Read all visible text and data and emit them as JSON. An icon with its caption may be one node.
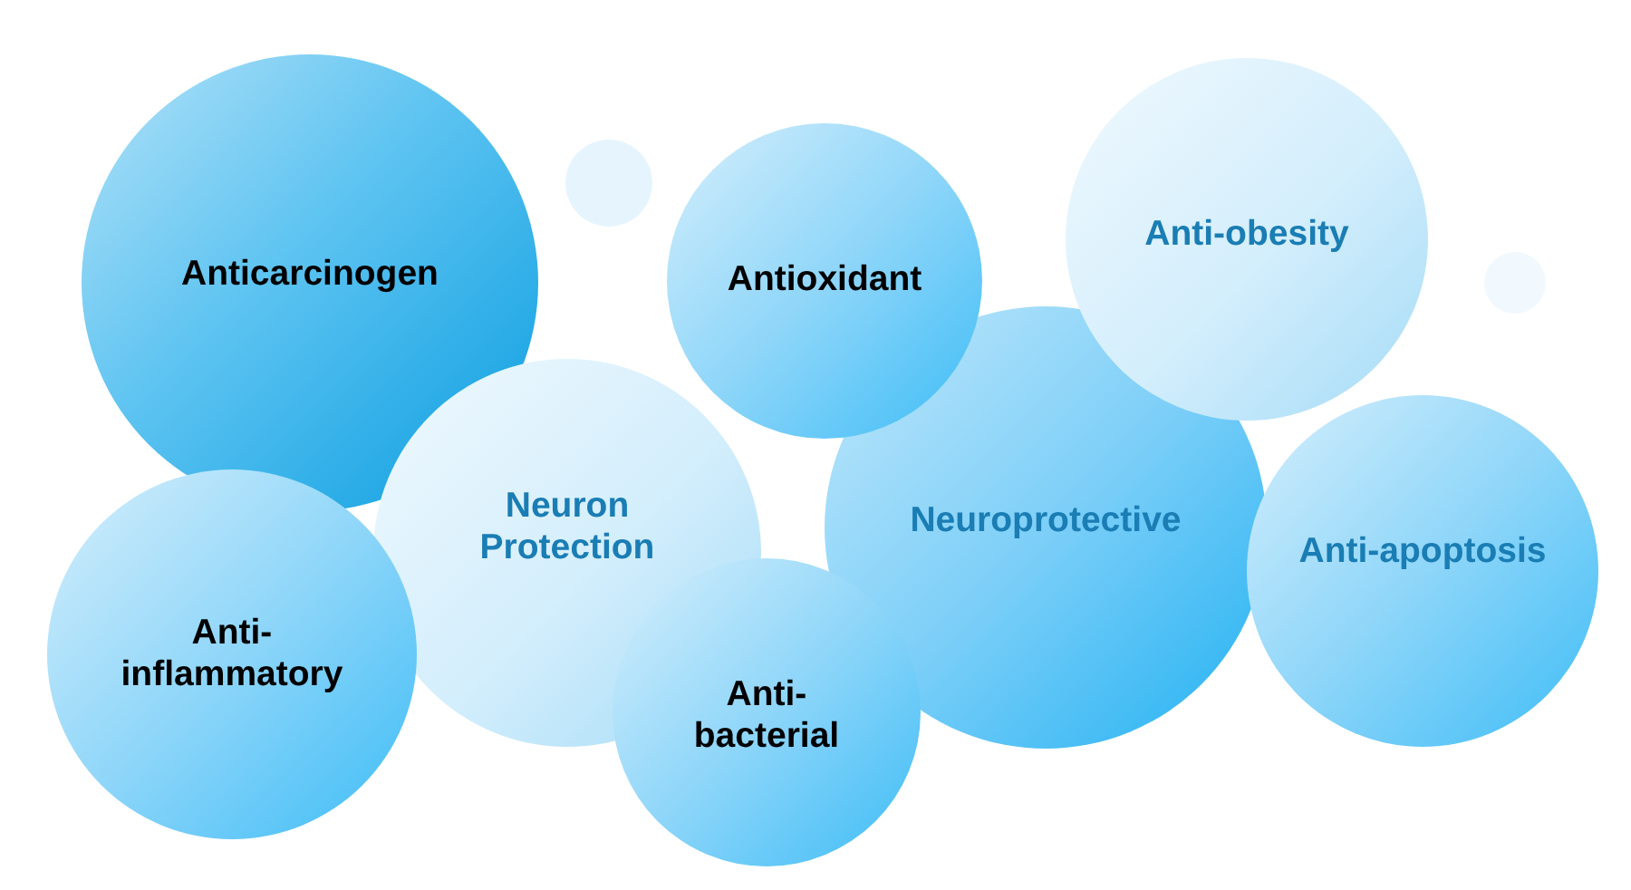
{
  "diagram": {
    "nodes": [
      {
        "text": [
          "Anticarcinogen"
        ]
      },
      {
        "text": [],
        "shape": "circle"
      },
      {
        "text": [
          "Antioxidant"
        ]
      },
      {
        "text": [
          "Anti-obesity"
        ]
      },
      {
        "text": [],
        "shape": "circle"
      },
      {
        "text": [
          "Neuron Protection"
        ]
      },
      {
        "text": [
          "Neuroprotective"
        ]
      },
      {
        "text": [
          "Anti-apoptosis"
        ]
      },
      {
        "text": [
          "Anti-inflammatory"
        ]
      },
      {
        "text": [
          "Anti-bacterial"
        ]
      }
    ]
  }
}
